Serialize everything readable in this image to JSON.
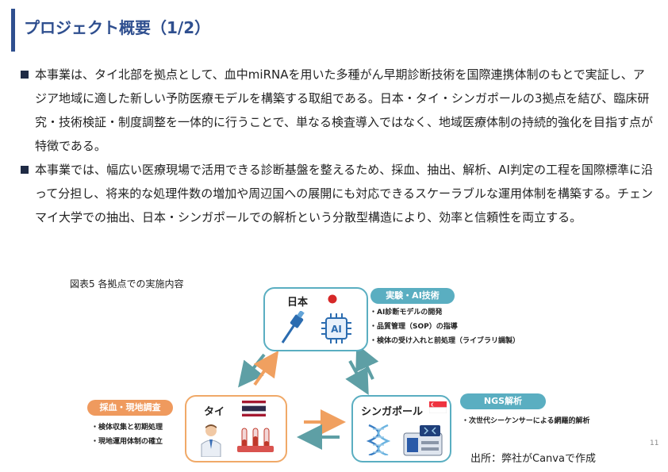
{
  "title": "プロジェクト概要（1/2）",
  "bullets": [
    "本事業は、タイ北部を拠点として、血中miRNAを用いた多種がん早期診断技術を国際連携体制のもとで実証し、アジア地域に適した新しい予防医療モデルを構築する取組である。日本・タイ・シンガポールの3拠点を結び、臨床研究・技術検証・制度調整を一体的に行うことで、単なる検査導入ではなく、地域医療体制の持続的強化を目指す点が特徴である。",
    "本事業では、幅広い医療現場で活用できる診断基盤を整えるため、採血、抽出、解析、AI判定の工程を国際標準に沿って分担し、将来的な処理件数の増加や周辺国への展開にも対応できるスケーラブルな運用体制を構築する。チェンマイ大学での抽出、日本・シンガポールでの解析という分散型構造により、効率と信頼性を両立する。"
  ],
  "figure": {
    "caption": "図表5 各拠点での実施内容",
    "japan": {
      "label": "日本",
      "tag": "実験・AI技術",
      "ai_chip": "AI",
      "items": [
        "・AI診断モデルの開発",
        "・品質管理（SOP）の指導",
        "・検体の受け入れと前処理（ライブラリ調製）"
      ]
    },
    "thai": {
      "label": "タイ",
      "tag": "採血・現地調査",
      "items": [
        "・検体収集と初期処理",
        "・現地運用体制の確立"
      ]
    },
    "singapore": {
      "label": "シンガポール",
      "tag": "NGS解析",
      "items": [
        "・次世代シーケンサーによる網羅的解析"
      ]
    }
  },
  "source": "出所：弊社がCanvaで作成",
  "page_number": "11",
  "colors": {
    "title": "#2f4f8f",
    "teal": "#5aaec1",
    "orange": "#ef9a5e",
    "arrow_teal": "#5e9fa5",
    "arrow_orange": "#f0a060"
  }
}
